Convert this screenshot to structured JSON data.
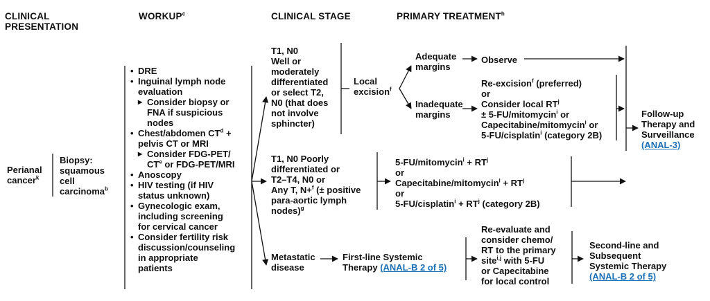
{
  "headers": {
    "clinical_presentation": [
      "CLINICAL",
      "PRESENTATION"
    ],
    "workup": "WORKUP",
    "workup_sup": "c",
    "clinical_stage": "CLINICAL STAGE",
    "primary_treatment": "PRIMARY TREATMENT",
    "primary_treatment_sup": "h"
  },
  "presentation": {
    "line1": "Perianal",
    "line2": "cancer",
    "sup": "k"
  },
  "biopsy": {
    "line1": "Biopsy:",
    "line2": "squamous",
    "line3": "cell",
    "line4": "carcinoma",
    "sup": "b"
  },
  "workup_items": [
    {
      "kind": "b",
      "lines": [
        "DRE"
      ]
    },
    {
      "kind": "b",
      "lines": [
        "Inguinal lymph node",
        "evaluation"
      ]
    },
    {
      "kind": "s",
      "lines": [
        "Consider biopsy or",
        "FNA if suspicious",
        "nodes"
      ]
    },
    {
      "kind": "b",
      "lines": [
        "Chest/abdomen CT",
        "pelvis CT or MRI"
      ],
      "sup": "d",
      "tail": " +"
    },
    {
      "kind": "s",
      "lines": [
        "Consider FDG-PET/",
        "CT",
        "or FDG-PET/MRI"
      ],
      "sup": "e"
    },
    {
      "kind": "b",
      "lines": [
        "Anoscopy"
      ]
    },
    {
      "kind": "b",
      "lines": [
        "HIV testing (if HIV",
        "status unknown)"
      ]
    },
    {
      "kind": "b",
      "lines": [
        "Gynecologic exam,",
        "including screening",
        "for cervical cancer"
      ]
    },
    {
      "kind": "b",
      "lines": [
        "Consider fertility risk",
        "discussion/counseling",
        "in appropriate",
        "patients"
      ]
    }
  ],
  "stages": {
    "early": [
      "T1, N0",
      "Well or",
      "moderately",
      "differentiated",
      "or select T2,",
      "N0 (that does",
      "not involve",
      "sphincter)"
    ],
    "locoregional": [
      "T1, N0 Poorly",
      "differentiated or",
      "T2–T4, N0 or",
      "Any T, N+",
      "(± positive",
      "para-aortic lymph",
      "nodes)"
    ],
    "locoregional_sup_f": "f",
    "locoregional_sup_g": "g",
    "metastatic": [
      "Metastatic",
      "disease"
    ]
  },
  "local_excision": {
    "line1": "Local",
    "line2": "excision",
    "sup": "f"
  },
  "adequate": {
    "line1": "Adequate",
    "line2": "margins"
  },
  "inadequate": {
    "line1": "Inadequate",
    "line2": "margins"
  },
  "observe": "Observe",
  "reexcision": {
    "l1": "Re-excision",
    "l1_sup": "f",
    "l1_tail": " (preferred)",
    "l2": "or",
    "l3": "Consider local RT",
    "l3_sup": "j",
    "l4": "± 5-FU/mitomycin",
    "l4_sup": "i",
    "l4_tail": " or",
    "l5": "Capecitabine/mitomycin",
    "l5_sup": "i",
    "l5_tail": " or",
    "l6": "5-FU/cisplatin",
    "l6_sup": "i",
    "l6_tail": " (category 2B)"
  },
  "chemo": {
    "l1": "5-FU/mitomycin",
    "l1_sup": "i",
    "l1_tail": " + RT",
    "l1_sup2": "j",
    "l2": "or",
    "l3": "Capecitabine/mitomycin",
    "l3_sup": "i",
    "l3_tail": " + RT",
    "l3_sup2": "j",
    "l4": "or",
    "l5": "5-FU/cisplatin",
    "l5_sup": "i",
    "l5_tail": " + RT",
    "l5_sup2": "j",
    "l5_tail2": " (category 2B)"
  },
  "firstline": {
    "line1": "First-line Systemic",
    "line2": "Therapy ",
    "link": "(ANAL-B 2 of 5)"
  },
  "reevaluate": {
    "lines": [
      "Re-evaluate and",
      "consider chemo/",
      "RT to the primary"
    ],
    "l4": "site",
    "l4_sup": "i,j",
    "l4_tail": " with 5-FU",
    "l5": "or Capecitabine",
    "l6": "for local control"
  },
  "secondline": {
    "lines": [
      "Second-line and",
      "Subsequent",
      "Systemic Therapy"
    ],
    "link": "(ANAL-B 2 of 5)"
  },
  "followup": {
    "lines": [
      "Follow-up",
      "Therapy and",
      "Surveillance"
    ],
    "link": "(ANAL-3)"
  }
}
